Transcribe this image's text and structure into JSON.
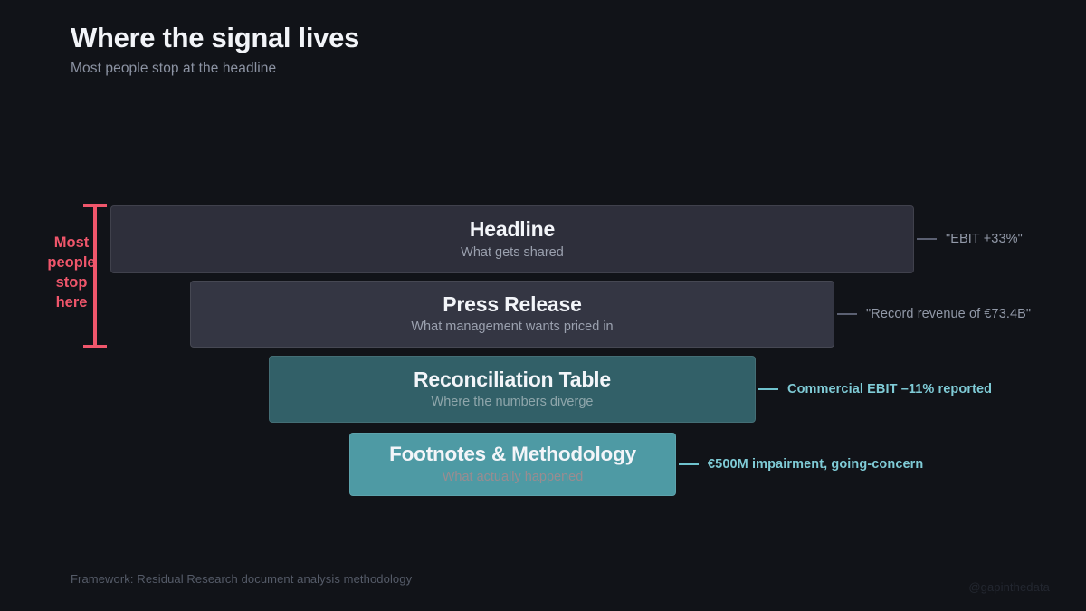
{
  "header": {
    "title": "Where the signal lives",
    "subtitle": "Most people stop at the headline"
  },
  "callout": {
    "label_line1": "Most",
    "label_line2": "people",
    "label_line3": "stop",
    "label_line4": "here",
    "color": "#f0566b"
  },
  "stages": [
    {
      "title": "Headline",
      "subtitle": "What gets shared",
      "annotation": "\"EBIT +33%\"",
      "fill": "#2e2f3b",
      "annotation_color": "#9299a8"
    },
    {
      "title": "Press Release",
      "subtitle": "What management wants priced in",
      "annotation": "\"Record revenue of €73.4B\"",
      "fill": "#343643",
      "annotation_color": "#9299a8"
    },
    {
      "title": "Reconciliation Table",
      "subtitle": "Where the numbers diverge",
      "annotation": "Commercial EBIT –11% reported",
      "fill": "#326068",
      "annotation_color": "#7fcbd6"
    },
    {
      "title": "Footnotes & Methodology",
      "subtitle": "What actually happened",
      "annotation": "€500M impairment, going-concern",
      "fill": "#4e9aa4",
      "annotation_color": "#7fcbd6"
    }
  ],
  "footer": {
    "note": "Framework: Residual Research document analysis methodology",
    "watermark": "@gapinthedata"
  }
}
